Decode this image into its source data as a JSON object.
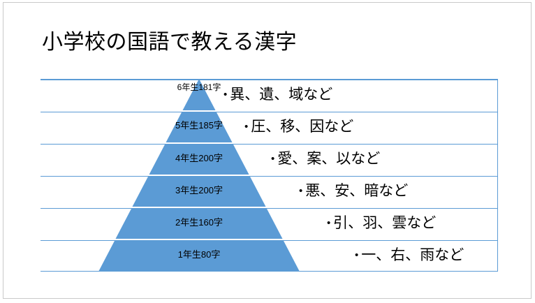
{
  "slide": {
    "title": "小学校の国語で教える漢字",
    "background_color": "#ffffff",
    "frame_color": "#c9c9c9"
  },
  "pyramid": {
    "fill_color": "#5b9bd5",
    "line_color": "#5b9bd5",
    "levels": [
      {
        "caption": "6年生181字",
        "examples": "異、遺、域など",
        "bullet": "•",
        "grade": "6年生",
        "count": 181
      },
      {
        "caption": "5年生185字",
        "examples": "圧、移、因など",
        "bullet": "•",
        "grade": "5年生",
        "count": 185
      },
      {
        "caption": "4年生200字",
        "examples": "愛、案、以など",
        "bullet": "•",
        "grade": "4年生",
        "count": 200
      },
      {
        "caption": "3年生200字",
        "examples": "悪、安、暗など",
        "bullet": "•",
        "grade": "3年生",
        "count": 200
      },
      {
        "caption": "2年生160字",
        "examples": "引、羽、雲など",
        "bullet": "•",
        "grade": "2年生",
        "count": 160
      },
      {
        "caption": "1年生80字",
        "examples": "一、右、雨など",
        "bullet": "•",
        "grade": "1年生",
        "count": 80
      }
    ]
  },
  "chart_data": {
    "type": "bar",
    "title": "小学校の国語で教える漢字",
    "xlabel": "",
    "ylabel": "",
    "categories": [
      "6年生",
      "5年生",
      "4年生",
      "3年生",
      "2年生",
      "1年生"
    ],
    "values": [
      181,
      185,
      200,
      200,
      160,
      80
    ],
    "annotations": [
      "異、遺、域など",
      "圧、移、因など",
      "愛、案、以など",
      "悪、安、暗など",
      "引、羽、雲など",
      "一、右、雨など"
    ],
    "legend": "none",
    "grid": false
  }
}
